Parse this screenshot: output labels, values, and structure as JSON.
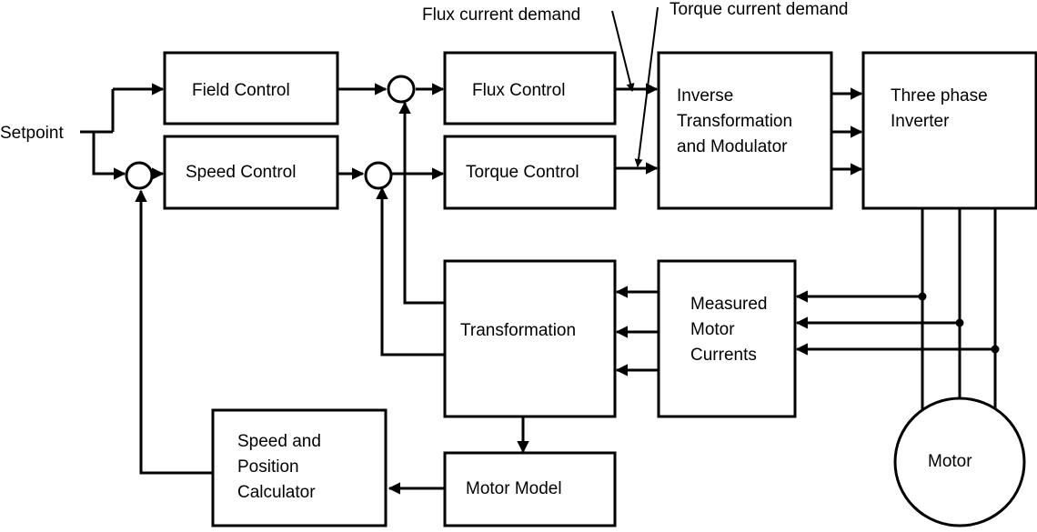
{
  "labels": {
    "setpoint": "Setpoint",
    "flux_demand": "Flux current demand",
    "torque_demand": "Torque current demand"
  },
  "blocks": {
    "field_control": "Field Control",
    "speed_control": "Speed Control",
    "flux_control": "Flux Control",
    "torque_control": "Torque Control",
    "inverse_transformation": [
      "Inverse",
      "Transformation",
      "and Modulator"
    ],
    "three_phase_inverter": [
      "Three phase",
      "Inverter"
    ],
    "transformation": "Transformation",
    "measured_motor_currents": [
      "Measured",
      "Motor",
      "Currents"
    ],
    "speed_position_calculator": [
      "Speed and",
      "Position",
      "Calculator"
    ],
    "motor_model": "Motor Model",
    "motor": "Motor"
  }
}
